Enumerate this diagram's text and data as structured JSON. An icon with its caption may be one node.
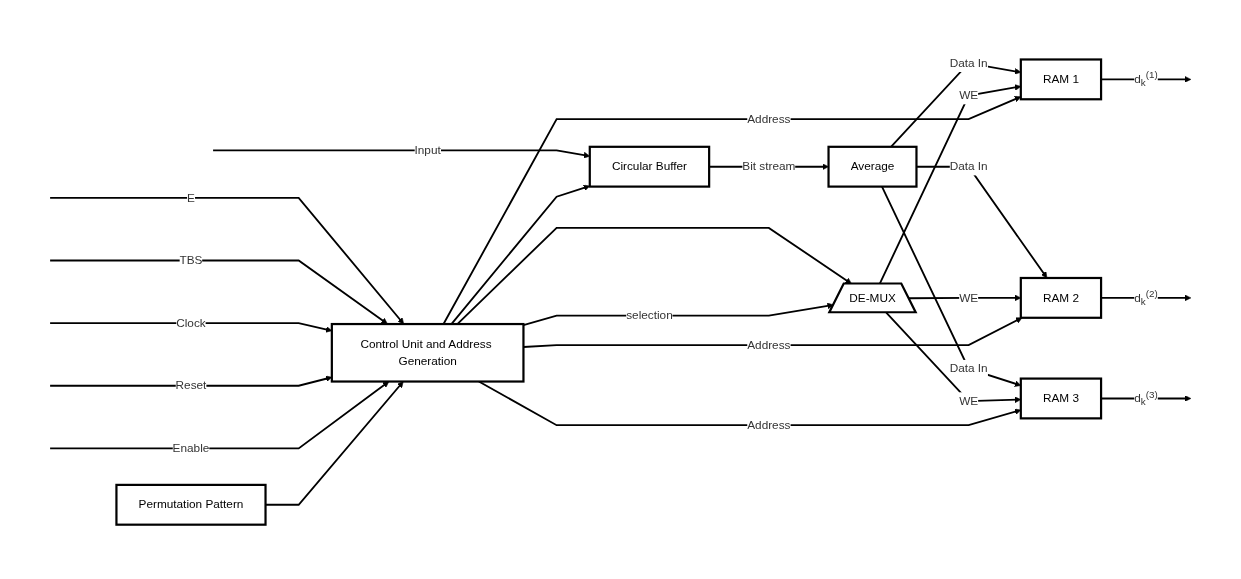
{
  "diagram": {
    "nodes": [
      {
        "text": [
          "Circular Buffer"
        ]
      },
      {
        "text": [
          "Average"
        ]
      },
      {
        "text": [
          "DE-MUX"
        ]
      },
      {
        "text": [
          "RAM 1"
        ]
      },
      {
        "text": [
          "RAM 2"
        ]
      },
      {
        "text": [
          "RAM 3"
        ]
      },
      {
        "text": [
          "Control Unit and Address Generation"
        ]
      },
      {
        "text": [
          "Permutation Pattern"
        ]
      }
    ],
    "edges": [
      {
        "from": null,
        "to": 0,
        "arrow": "to",
        "label": "Input"
      },
      {
        "from": 0,
        "to": 1,
        "arrow": "to",
        "label": "Bit stream"
      },
      {
        "from": 1,
        "to": 3,
        "arrow": "to",
        "label": "Data In"
      },
      {
        "from": 2,
        "to": 3,
        "arrow": "to",
        "label": "WE"
      },
      {
        "from": 6,
        "to": 3,
        "arrow": "to",
        "label": "Address"
      },
      {
        "from": 1,
        "to": 4,
        "arrow": "to",
        "label": "Data In"
      },
      {
        "from": 2,
        "to": 4,
        "arrow": "to",
        "label": "WE"
      },
      {
        "from": 6,
        "to": 4,
        "arrow": "to",
        "label": "Address"
      },
      {
        "from": 1,
        "to": 5,
        "arrow": "to",
        "label": "Data In"
      },
      {
        "from": 2,
        "to": 5,
        "arrow": "to",
        "label": "WE"
      },
      {
        "from": 6,
        "to": 5,
        "arrow": "to",
        "label": "Address"
      },
      {
        "from": 3,
        "to": null,
        "arrow": "to",
        "label": "d$_{k}$$^{(1)}$"
      },
      {
        "from": 4,
        "to": null,
        "arrow": "to",
        "label": "d$_{k}$$^{(2)}$"
      },
      {
        "from": 5,
        "to": null,
        "arrow": "to",
        "label": "d$_{k}$$^{(3)}$"
      },
      {
        "from": 6,
        "to": 0,
        "arrow": "to"
      },
      {
        "from": 6,
        "to": 2,
        "arrow": "to"
      },
      {
        "from": 6,
        "to": 2,
        "arrow": "to",
        "label": "selection"
      },
      {
        "from": null,
        "to": 6,
        "arrow": "to",
        "label": "E"
      },
      {
        "from": null,
        "to": 6,
        "arrow": "to",
        "label": "TBS"
      },
      {
        "from": null,
        "to": 6,
        "arrow": "to",
        "label": "Clock"
      },
      {
        "from": null,
        "to": 6,
        "arrow": "to",
        "label": "Reset"
      },
      {
        "from": null,
        "to": 6,
        "arrow": "to",
        "label": "Enable"
      },
      {
        "from": 7,
        "to": 6,
        "arrow": "to"
      }
    ]
  }
}
